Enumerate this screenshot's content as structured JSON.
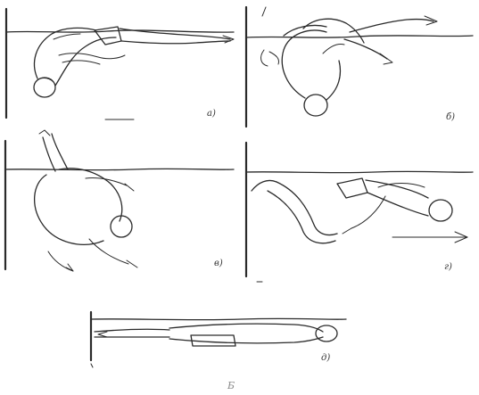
{
  "panels": [
    {
      "id": "a",
      "label": "а)"
    },
    {
      "id": "b",
      "label": "б)"
    },
    {
      "id": "v",
      "label": "в)"
    },
    {
      "id": "g",
      "label": "г)"
    },
    {
      "id": "d",
      "label": "д)"
    }
  ],
  "caption": "Б",
  "colors": {
    "ink": "#2a2a2a",
    "paper": "#ffffff"
  }
}
